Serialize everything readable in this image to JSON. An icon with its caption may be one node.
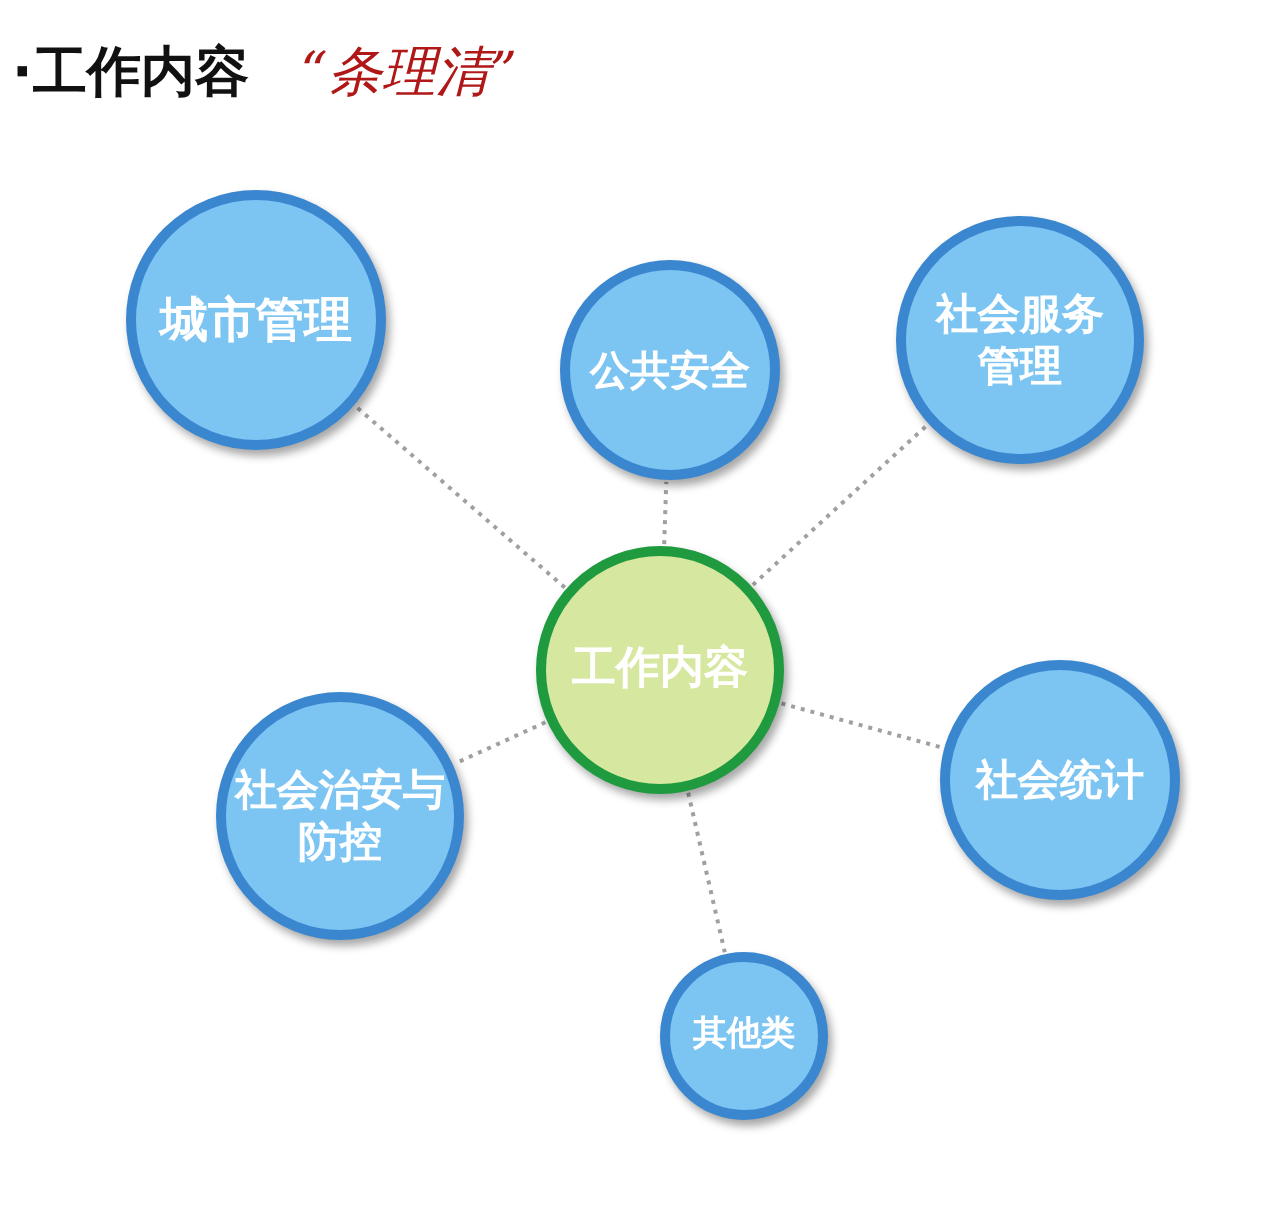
{
  "diagram": {
    "title": "·工作内容",
    "nodes": [
      {
        "text": [
          "工作内容"
        ]
      },
      {
        "text": [
          "城市管理"
        ]
      },
      {
        "text": [
          "公共安全"
        ]
      },
      {
        "text": [
          "社会服务管理"
        ]
      },
      {
        "text": [
          "社会治安与防控"
        ]
      },
      {
        "text": [
          "社会统计"
        ]
      },
      {
        "text": [
          "其他类"
        ]
      }
    ],
    "edges": [
      {
        "from": 0,
        "to": 1,
        "arrow": "none"
      },
      {
        "from": 0,
        "to": 2,
        "arrow": "none"
      },
      {
        "from": 0,
        "to": 3,
        "arrow": "none"
      },
      {
        "from": 0,
        "to": 4,
        "arrow": "none"
      },
      {
        "from": 0,
        "to": 5,
        "arrow": "none"
      },
      {
        "from": 0,
        "to": 6,
        "arrow": "none"
      }
    ],
    "labels": [
      "“条理清”"
    ]
  }
}
